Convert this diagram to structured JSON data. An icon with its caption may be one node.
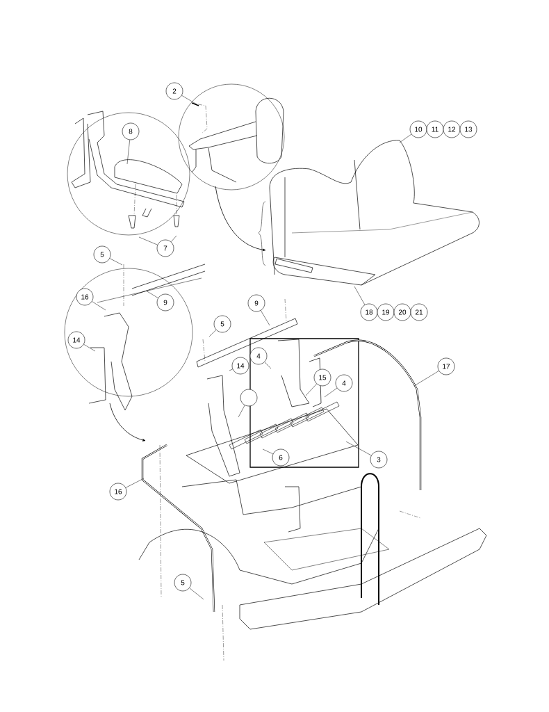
{
  "diagram": {
    "nodes": [
      {
        "text": [
          "2"
        ]
      },
      {
        "text": [
          "8"
        ]
      },
      {
        "text": [
          "10"
        ]
      },
      {
        "text": [
          "11"
        ]
      },
      {
        "text": [
          "12"
        ]
      },
      {
        "text": [
          "13"
        ]
      },
      {
        "text": [
          "7"
        ]
      },
      {
        "text": [
          "5"
        ]
      },
      {
        "text": [
          "16"
        ]
      },
      {
        "text": [
          "9"
        ]
      },
      {
        "text": [
          "9"
        ]
      },
      {
        "text": [
          "18"
        ]
      },
      {
        "text": [
          "19"
        ]
      },
      {
        "text": [
          "20"
        ]
      },
      {
        "text": [
          "21"
        ]
      },
      {
        "text": [
          "5"
        ]
      },
      {
        "text": [
          "14"
        ]
      },
      {
        "text": [
          "4"
        ]
      },
      {
        "text": [
          "14"
        ]
      },
      {
        "text": [
          "15"
        ]
      },
      {
        "text": [
          "17"
        ]
      },
      {
        "text": [
          "4"
        ]
      },
      {
        "text": [],
        "shape": "circle"
      },
      {
        "text": [
          "6"
        ]
      },
      {
        "text": [
          "3"
        ]
      },
      {
        "text": [
          "16"
        ]
      },
      {
        "text": [
          "5"
        ]
      }
    ],
    "edges": [
      {
        "from": 0,
        "to": null,
        "arrow": "none"
      },
      {
        "from": 1,
        "to": null,
        "arrow": "none"
      },
      {
        "from": 2,
        "to": null,
        "arrow": "none"
      },
      {
        "from": 6,
        "to": null,
        "arrow": "none"
      },
      {
        "from": 6,
        "to": null,
        "arrow": "none"
      },
      {
        "from": 7,
        "to": null,
        "arrow": "none"
      },
      {
        "from": 8,
        "to": null,
        "arrow": "none"
      },
      {
        "from": 9,
        "to": null,
        "arrow": "none"
      },
      {
        "from": 10,
        "to": null,
        "arrow": "none"
      },
      {
        "from": 11,
        "to": null,
        "arrow": "none"
      },
      {
        "from": 15,
        "to": null,
        "arrow": "none"
      },
      {
        "from": 16,
        "to": null,
        "arrow": "none"
      },
      {
        "from": 17,
        "to": null,
        "arrow": "none"
      },
      {
        "from": 18,
        "to": null,
        "arrow": "none"
      },
      {
        "from": 19,
        "to": null,
        "arrow": "none"
      },
      {
        "from": 20,
        "to": null,
        "arrow": "none"
      },
      {
        "from": 21,
        "to": null,
        "arrow": "none"
      },
      {
        "from": 22,
        "to": null,
        "arrow": "none"
      },
      {
        "from": 23,
        "to": null,
        "arrow": "none"
      },
      {
        "from": 24,
        "to": null,
        "arrow": "none"
      },
      {
        "from": 25,
        "to": null,
        "arrow": "none"
      },
      {
        "from": 26,
        "to": null,
        "arrow": "none"
      }
    ]
  }
}
